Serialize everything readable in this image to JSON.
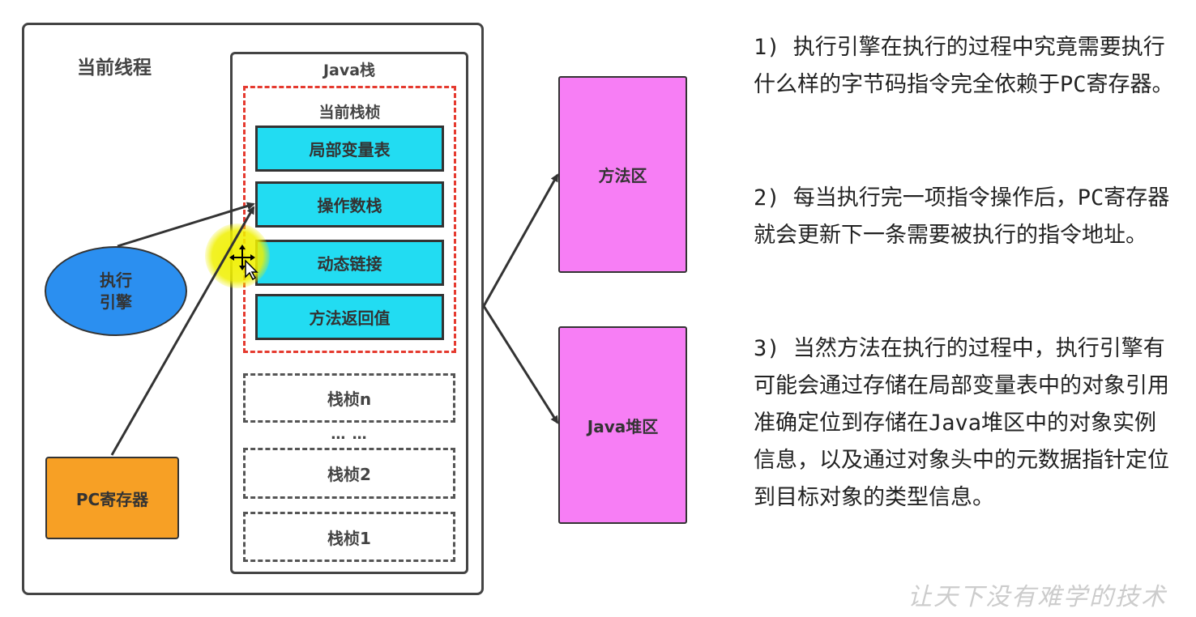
{
  "thread": {
    "title": "当前线程"
  },
  "java_stack": {
    "title": "Java栈",
    "current_frame": {
      "title": "当前栈桢",
      "items": [
        "局部变量表",
        "操作数栈",
        "动态链接",
        "方法返回值"
      ]
    },
    "frames": [
      "栈桢n",
      "… …",
      "栈桢2",
      "栈桢1"
    ]
  },
  "engine": {
    "line1": "执行",
    "line2": "引擎"
  },
  "pc_register": {
    "label": "PC寄存器"
  },
  "method_area": {
    "label": "方法区"
  },
  "heap": {
    "label": "Java堆区"
  },
  "notes": {
    "p1": "1) 执行引擎在执行的过程中究竟需要执行什么样的字节码指令完全依赖于PC寄存器。",
    "p2": "2) 每当执行完一项指令操作后，PC寄存器就会更新下一条需要被执行的指令地址。",
    "p3": "3) 当然方法在执行的过程中，执行引擎有可能会通过存储在局部变量表中的对象引用准确定位到存储在Java堆区中的对象实例信息，以及通过对象头中的元数据指针定位到目标对象的类型信息。"
  },
  "watermark": "让天下没有难学的技术",
  "colors": {
    "frame_border": "#e53a2f",
    "stack_item": "#22dcf2",
    "engine": "#2b8ff0",
    "pc_register": "#f7a025",
    "memory_area": "#f77ef5"
  }
}
